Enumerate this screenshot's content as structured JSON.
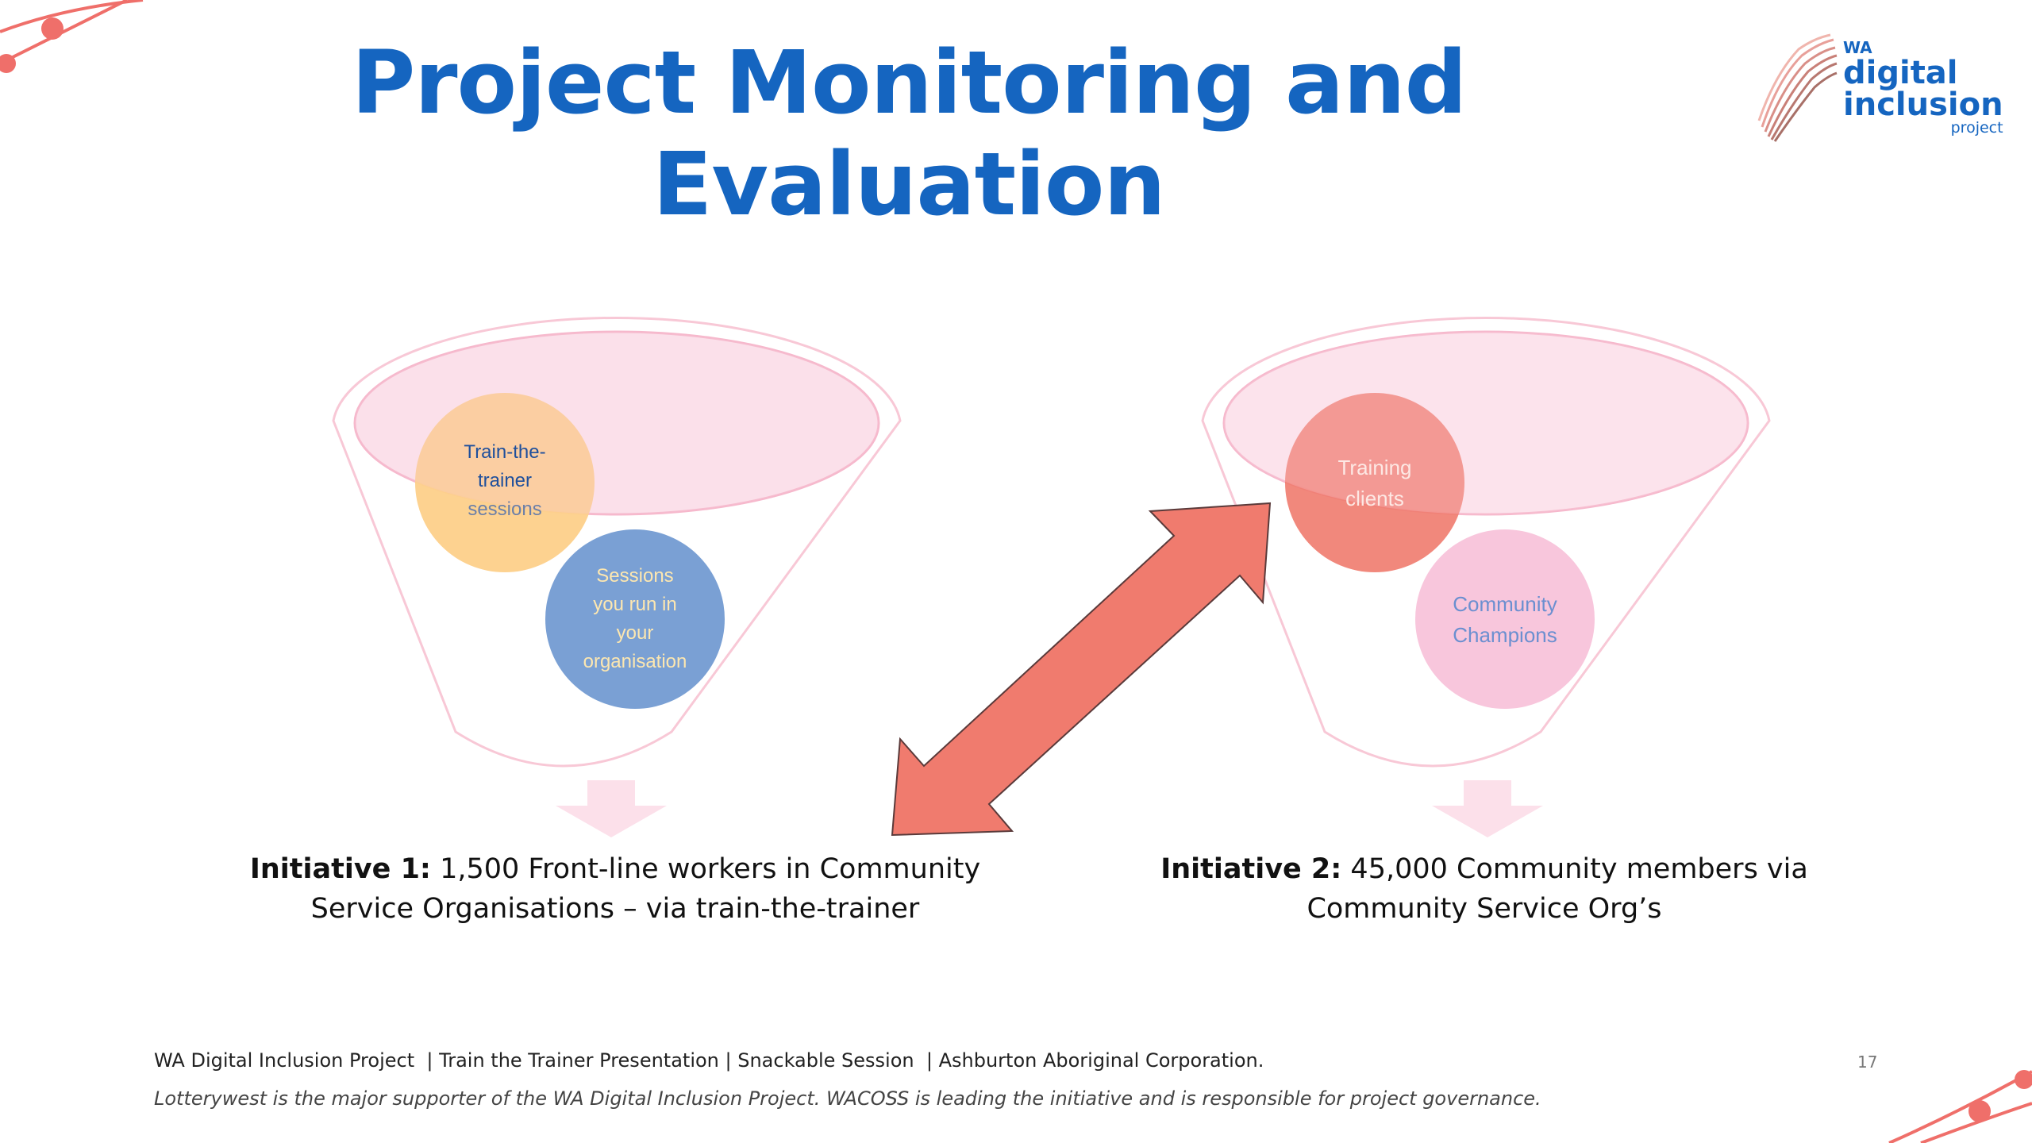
{
  "title": {
    "line1": "Project Monitoring and",
    "line2": "Evaluation"
  },
  "logo": {
    "wa": "WA",
    "line1": "digital",
    "line2": "inclusion",
    "line3": "project"
  },
  "funnel_left": {
    "circle1": [
      "Train-the-",
      "trainer",
      "sessions"
    ],
    "circle2": [
      "Sessions",
      "you run in",
      "your",
      "organisation"
    ]
  },
  "funnel_right": {
    "circle1": [
      "Training",
      "clients"
    ],
    "circle2": [
      "Community",
      "Champions"
    ]
  },
  "initiative1": {
    "bold": "Initiative 1:",
    "text1": " 1,500 Front-line workers in Community",
    "text2": "Service Organisations – via train-the-trainer"
  },
  "initiative2": {
    "bold": "Initiative 2:",
    "text1": " 45,000 Community members via",
    "text2": "Community Service Org’s"
  },
  "footer": {
    "line": "WA Digital Inclusion Project  | Train the Trainer Presentation | Snackable Session  | Ashburton Aboriginal Corporation.",
    "italic": "Lotterywest is the major supporter of the WA Digital Inclusion Project. WACOSS is leading the initiative and is responsible for project governance.",
    "page_number": "17"
  },
  "colors": {
    "title": "#1565c0",
    "arrow": "#f07b6e",
    "orange_circle": "#fdd08a",
    "blue_circle": "#7aa0d4",
    "red_circle": "#f07b6e",
    "pink_circle": "#f8c6dc"
  }
}
